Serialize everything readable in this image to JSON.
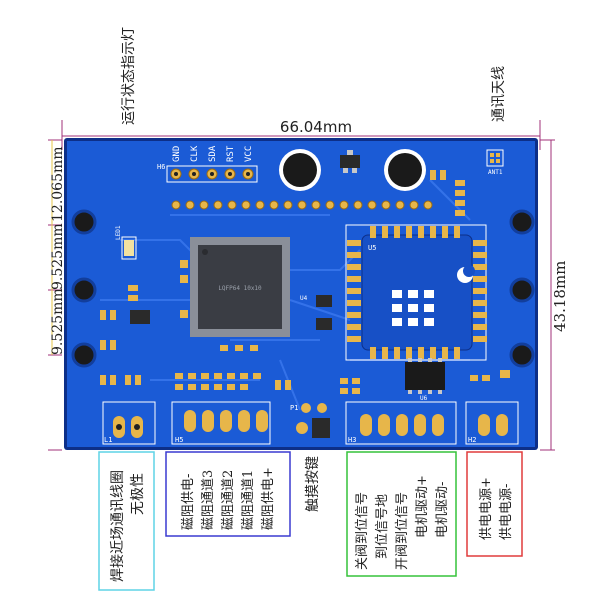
{
  "top_labels": {
    "status_led": "运行状态指示灯",
    "antenna": "通讯天线"
  },
  "dimensions": {
    "width": "66.04mm",
    "height": "43.18mm",
    "left_top": "12.065mm",
    "left_mid": "9.525mm",
    "left_bottom": "9.525mm"
  },
  "silkscreen": {
    "h6_pins": [
      "GND",
      "CLK",
      "SDA",
      "RST",
      "VCC"
    ],
    "h6": "H6",
    "led": "LED1",
    "u5": "U5",
    "u4": "U4",
    "u6": "U6",
    "ant": "ANT1",
    "p1": "P1",
    "l1": "L1",
    "h5": "H5",
    "h3": "H3",
    "h2": "H2",
    "chip": "LQFP64 10x10"
  },
  "annotations": {
    "coil": [
      "焊接近场通讯线圈",
      "无极性"
    ],
    "sensor": [
      "磁阻供电-",
      "磁阻通道3",
      "磁阻通道2",
      "磁阻通道1",
      "磁阻供电+"
    ],
    "touch": "触摸按键",
    "valve": [
      "关阀到位信号",
      "到位信号地",
      "开阀到位信号",
      "电机驱动+",
      "电机驱动-"
    ],
    "power": [
      "供电电源+",
      "供电电源-"
    ]
  },
  "colors": {
    "board": "#1b5bd6",
    "board_edge": "#0d2f88",
    "pad": "#e7b64a",
    "box_cyan": "#5fd3e6",
    "box_blue": "#3a3ad0",
    "box_green": "#35c23a",
    "box_red": "#e03b3b",
    "dim_line": "#a0307a"
  }
}
